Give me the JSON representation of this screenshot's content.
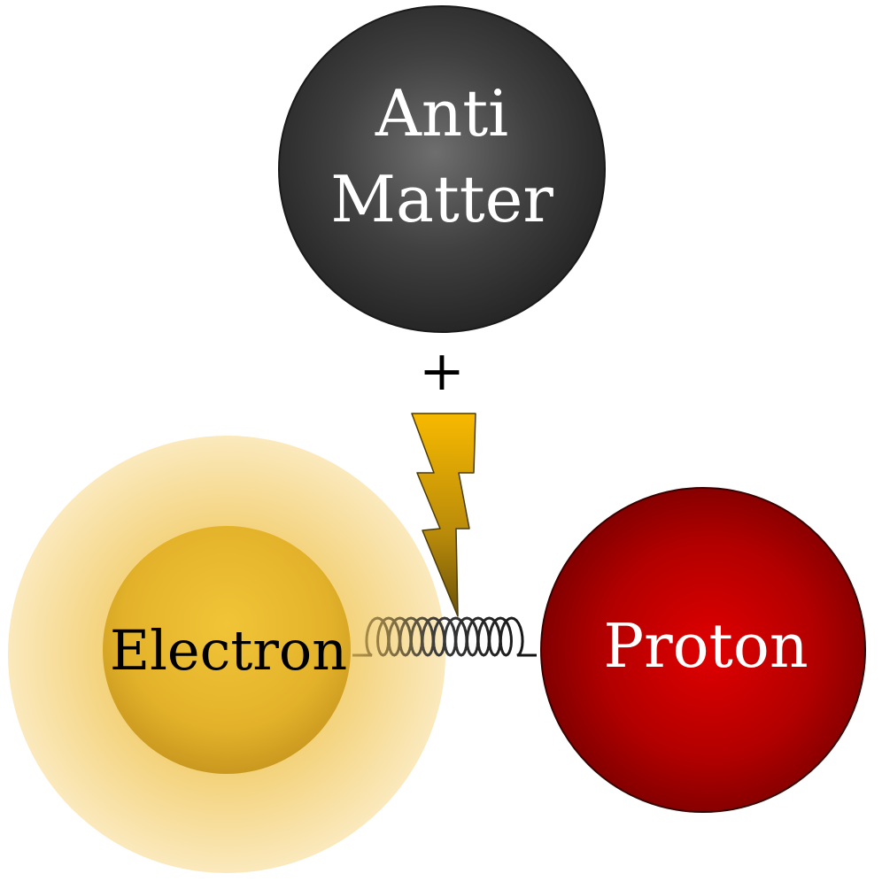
{
  "labels": {
    "antimatter_line1": "Anti",
    "antimatter_line2": "Matter",
    "plus": "+",
    "electron": "Electron",
    "proton": "Proton"
  },
  "colors": {
    "antimatter": "#3c3c3c",
    "electron": "#e3b22a",
    "electron_glow": "#f7e2a6",
    "proton": "#a40000",
    "lightning": "#f2b600",
    "spring": "#1a1a1a"
  },
  "icons": {
    "lightning": "lightning-bolt-icon",
    "spring": "spring-icon"
  }
}
